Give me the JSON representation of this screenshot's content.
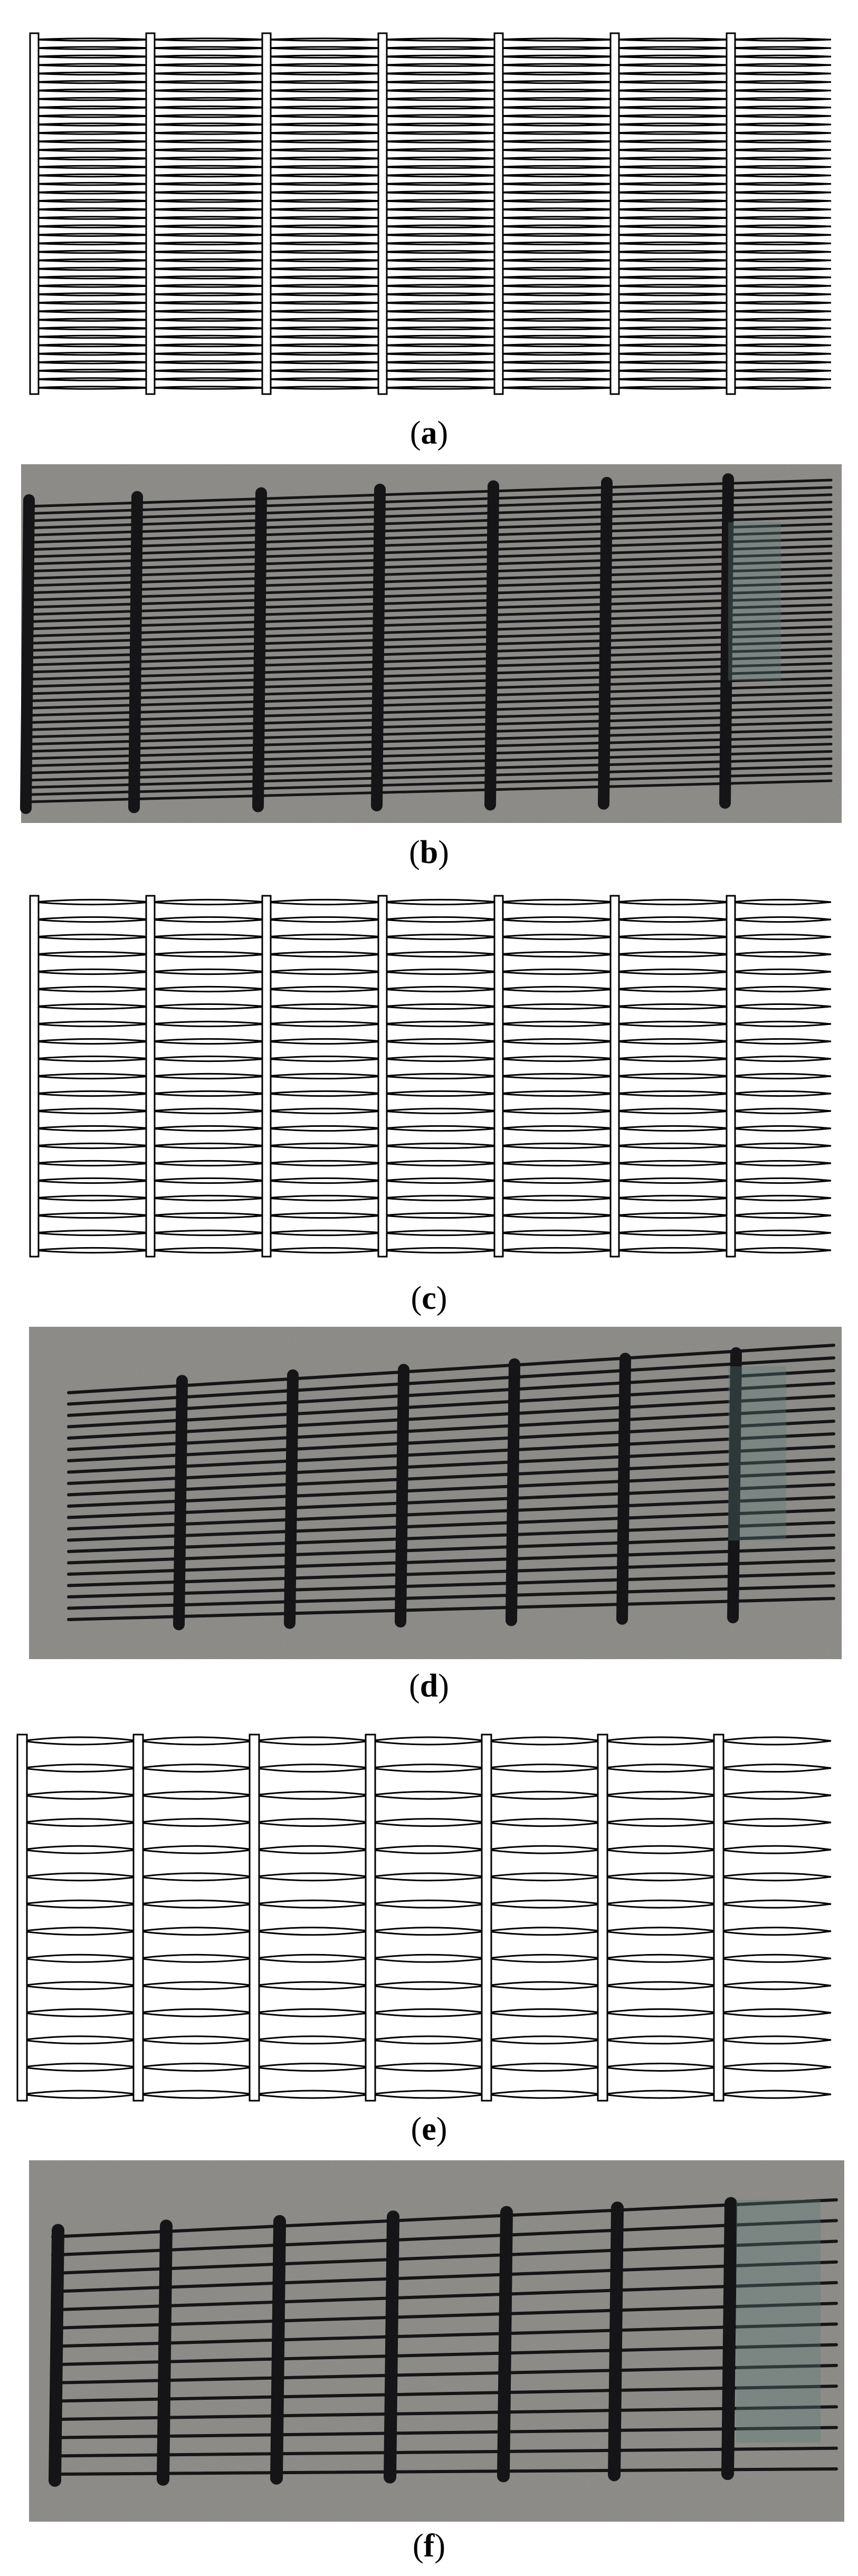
{
  "panels": [
    {
      "id": "a",
      "kind": "drawing",
      "rows": 42,
      "caption_letter": "a"
    },
    {
      "id": "b",
      "kind": "photo",
      "rows": 42,
      "caption_letter": "b"
    },
    {
      "id": "c",
      "kind": "drawing",
      "rows": 21,
      "caption_letter": "c"
    },
    {
      "id": "d",
      "kind": "photo",
      "rows": 21,
      "caption_letter": "d"
    },
    {
      "id": "e",
      "kind": "drawing",
      "rows": 14,
      "caption_letter": "e"
    },
    {
      "id": "f",
      "kind": "photo",
      "rows": 14,
      "caption_letter": "f"
    }
  ],
  "colors": {
    "line": "#000000",
    "drawing_background": "#ffffff",
    "photo_background": "#7d7c78",
    "photo_strand": "#151517",
    "photo_highlight": "#5b7a78"
  }
}
